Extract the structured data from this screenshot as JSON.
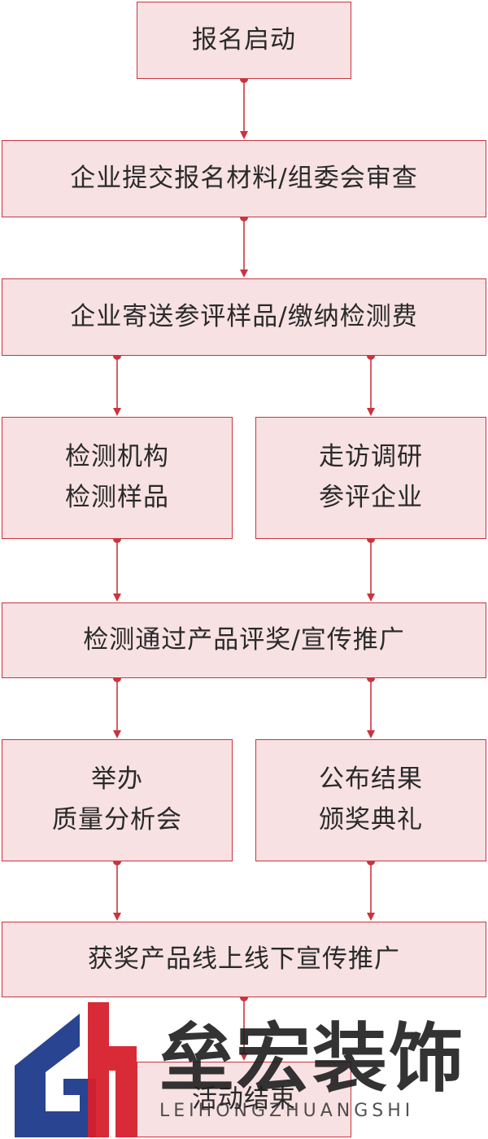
{
  "colors": {
    "accent": "#c9343d",
    "box_fill": "#f7e1e3",
    "text": "#2a2a2a"
  },
  "steps": {
    "s1": "报名启动",
    "s2": "企业提交报名材料/组委会审查",
    "s3": "企业寄送参评样品/缴纳检测费",
    "s4a": [
      "检测机构",
      "检测样品"
    ],
    "s4b": [
      "走访调研",
      "参评企业"
    ],
    "s5": "检测通过产品评奖/宣传推广",
    "s6a": [
      "举办",
      "质量分析会"
    ],
    "s6b": [
      "公布结果",
      "颁奖典礼"
    ],
    "s7": "获奖产品线上线下宣传推广",
    "s8": "活动结束"
  },
  "watermark": {
    "title": "垒宏装饰",
    "subtitle": "LEIHONGZHUANGSHI",
    "logo_colors": {
      "blue": "#1e3a8a",
      "red": "#d6202c"
    }
  }
}
